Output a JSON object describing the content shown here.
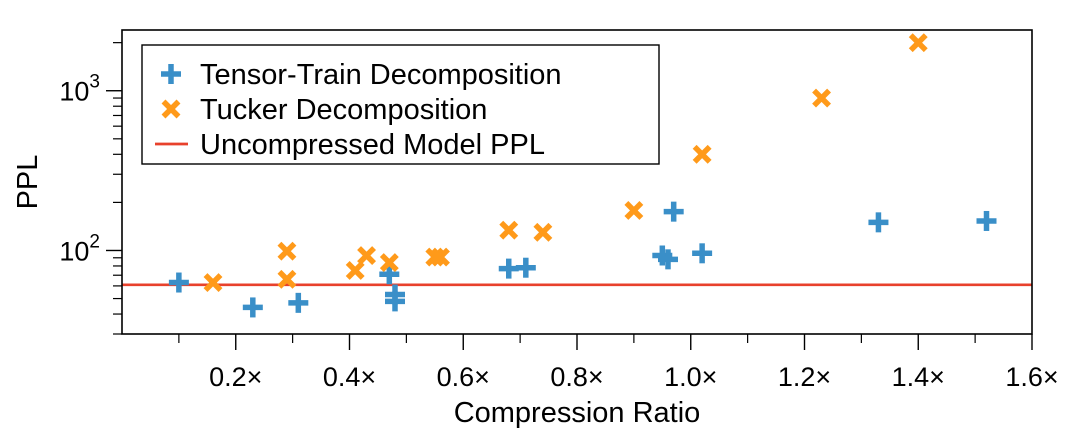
{
  "chart_data": {
    "type": "scatter",
    "xlabel": "Compression Ratio",
    "ylabel": "PPL",
    "xlim": [
      0.0,
      1.6
    ],
    "ylim": [
      30,
      2400
    ],
    "yscale": "log",
    "grid": false,
    "legend_position": "top-left",
    "xtick_labels": [
      "0.2×",
      "0.4×",
      "0.6×",
      "0.8×",
      "1.0×",
      "1.2×",
      "1.4×",
      "1.6×"
    ],
    "xtick_values": [
      0.2,
      0.4,
      0.6,
      0.8,
      1.0,
      1.2,
      1.4,
      1.6
    ],
    "ytick_major_labels": [
      {
        "value": 100,
        "base": "10",
        "exp": "2"
      },
      {
        "value": 1000,
        "base": "10",
        "exp": "3"
      }
    ],
    "series": [
      {
        "name": "Tensor-Train Decomposition",
        "marker": "plus",
        "color": "#3a8fc8",
        "points": [
          [
            0.1,
            63
          ],
          [
            0.23,
            44
          ],
          [
            0.31,
            47
          ],
          [
            0.47,
            71
          ],
          [
            0.48,
            53
          ],
          [
            0.48,
            48
          ],
          [
            0.68,
            77
          ],
          [
            0.71,
            78
          ],
          [
            0.95,
            93
          ],
          [
            0.96,
            88
          ],
          [
            0.97,
            175
          ],
          [
            1.02,
            96
          ],
          [
            1.33,
            150
          ],
          [
            1.52,
            153
          ]
        ]
      },
      {
        "name": "Tucker Decomposition",
        "marker": "x",
        "color": "#ff9a1a",
        "points": [
          [
            0.16,
            63
          ],
          [
            0.29,
            99
          ],
          [
            0.29,
            66
          ],
          [
            0.41,
            75
          ],
          [
            0.43,
            93
          ],
          [
            0.47,
            84
          ],
          [
            0.55,
            91
          ],
          [
            0.56,
            91
          ],
          [
            0.68,
            134
          ],
          [
            0.74,
            130
          ],
          [
            0.9,
            178
          ],
          [
            1.02,
            400
          ],
          [
            1.23,
            900
          ],
          [
            1.4,
            2000
          ]
        ]
      }
    ],
    "reference_lines": [
      {
        "name": "Uncompressed Model PPL",
        "y": 61,
        "color": "#e8412c"
      }
    ],
    "legend": [
      {
        "label": "Tensor-Train Decomposition",
        "marker": "plus",
        "color": "#3a8fc8"
      },
      {
        "label": "Tucker Decomposition",
        "marker": "x",
        "color": "#ff9a1a"
      },
      {
        "label": "Uncompressed Model PPL",
        "marker": "line",
        "color": "#e8412c"
      }
    ]
  }
}
